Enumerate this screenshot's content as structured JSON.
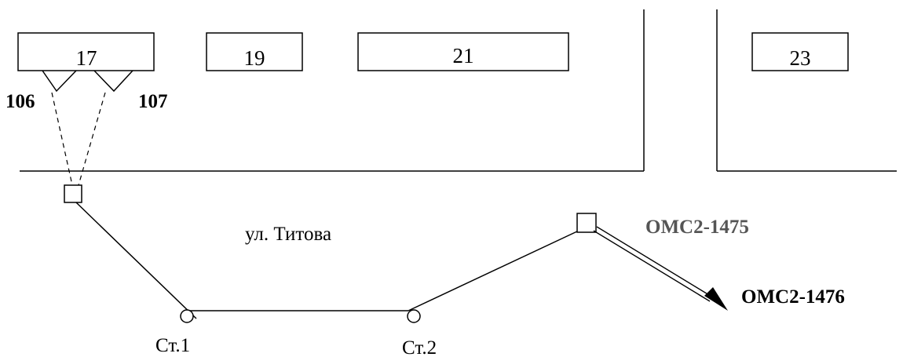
{
  "buildings": {
    "b17": "17",
    "b19": "19",
    "b21": "21",
    "b23": "23"
  },
  "labels": {
    "left_node": "106",
    "right_node": "107",
    "street": "ул. Титова",
    "st1": "Ст.1",
    "st2": "Ст.2",
    "omc_1475": "ОМС2-1475",
    "omc_1476": "ОМС2-1476"
  },
  "colors": {
    "line": "#000000",
    "omc_1475": "#555555",
    "omc_1476": "#000000"
  }
}
